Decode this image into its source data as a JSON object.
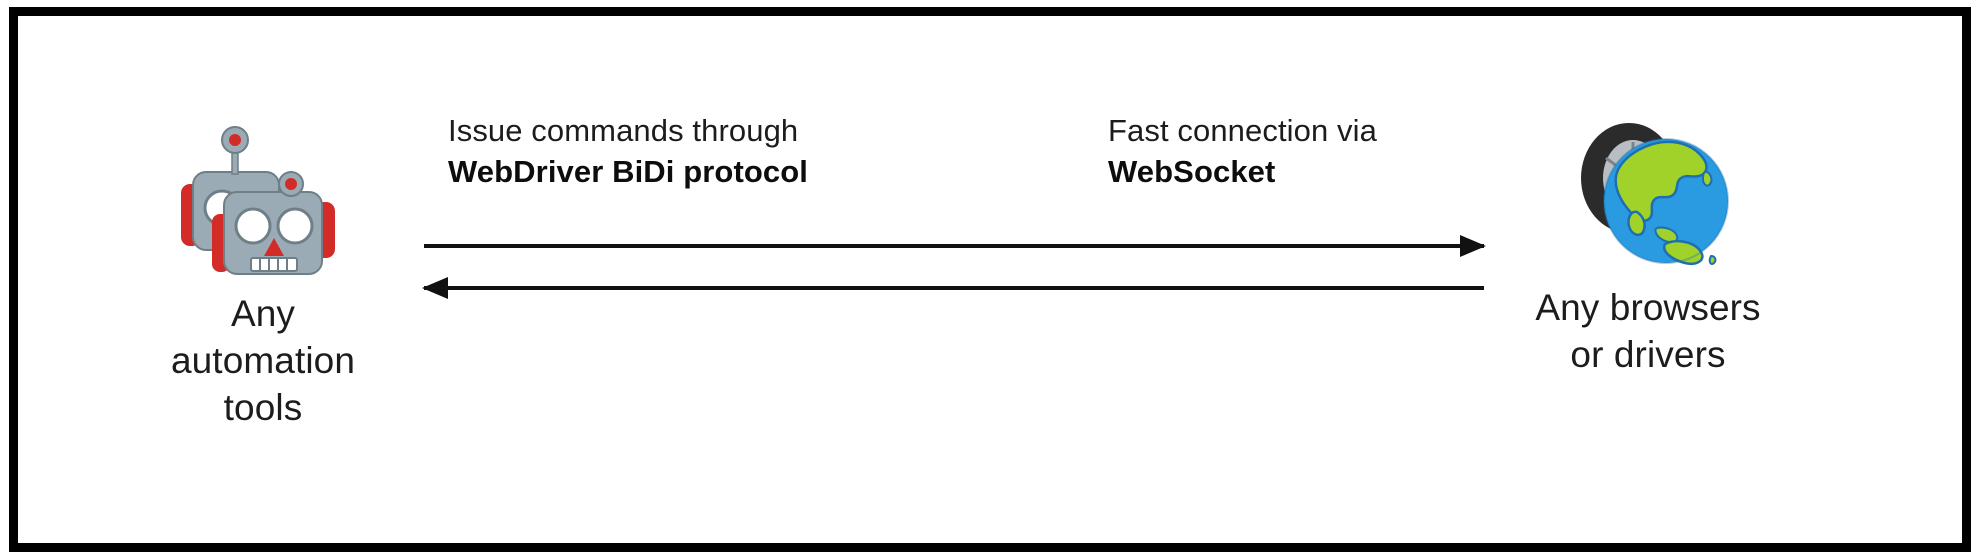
{
  "diagram": {
    "title": "WebDriver BiDi communication diagram",
    "frame_color": "#000000",
    "background": "#ffffff",
    "text_color": "#1c1c1c"
  },
  "left_node": {
    "icon": "robot-icon",
    "label": "Any\nautomation\ntools",
    "label_lines": [
      "Any",
      "automation",
      "tools"
    ],
    "icon_colors": {
      "body": "#9aabb5",
      "accent": "#d32b28",
      "outline": "#6f7f88",
      "eye": "#ffffff"
    }
  },
  "right_node": {
    "icon": "globe-and-wheel-icon",
    "label": "Any browsers\nor drivers",
    "label_lines": [
      "Any browsers",
      "or drivers"
    ],
    "icon_colors": {
      "ocean": "#2a9ae1",
      "land": "#a0d22a",
      "land_outline": "#1f6fb0",
      "tire": "#2b2b2b",
      "rim": "#b9bec2"
    }
  },
  "captions": {
    "left": {
      "line1": "Issue commands through",
      "line2": "WebDriver BiDi protocol"
    },
    "right": {
      "line1": "Fast connection via",
      "line2": "WebSocket"
    }
  },
  "arrows": {
    "forward": {
      "direction": "right",
      "description": "commands from automation tools to browsers"
    },
    "backward": {
      "direction": "left",
      "description": "responses and events from browsers to automation tools"
    },
    "color": "#111111"
  }
}
